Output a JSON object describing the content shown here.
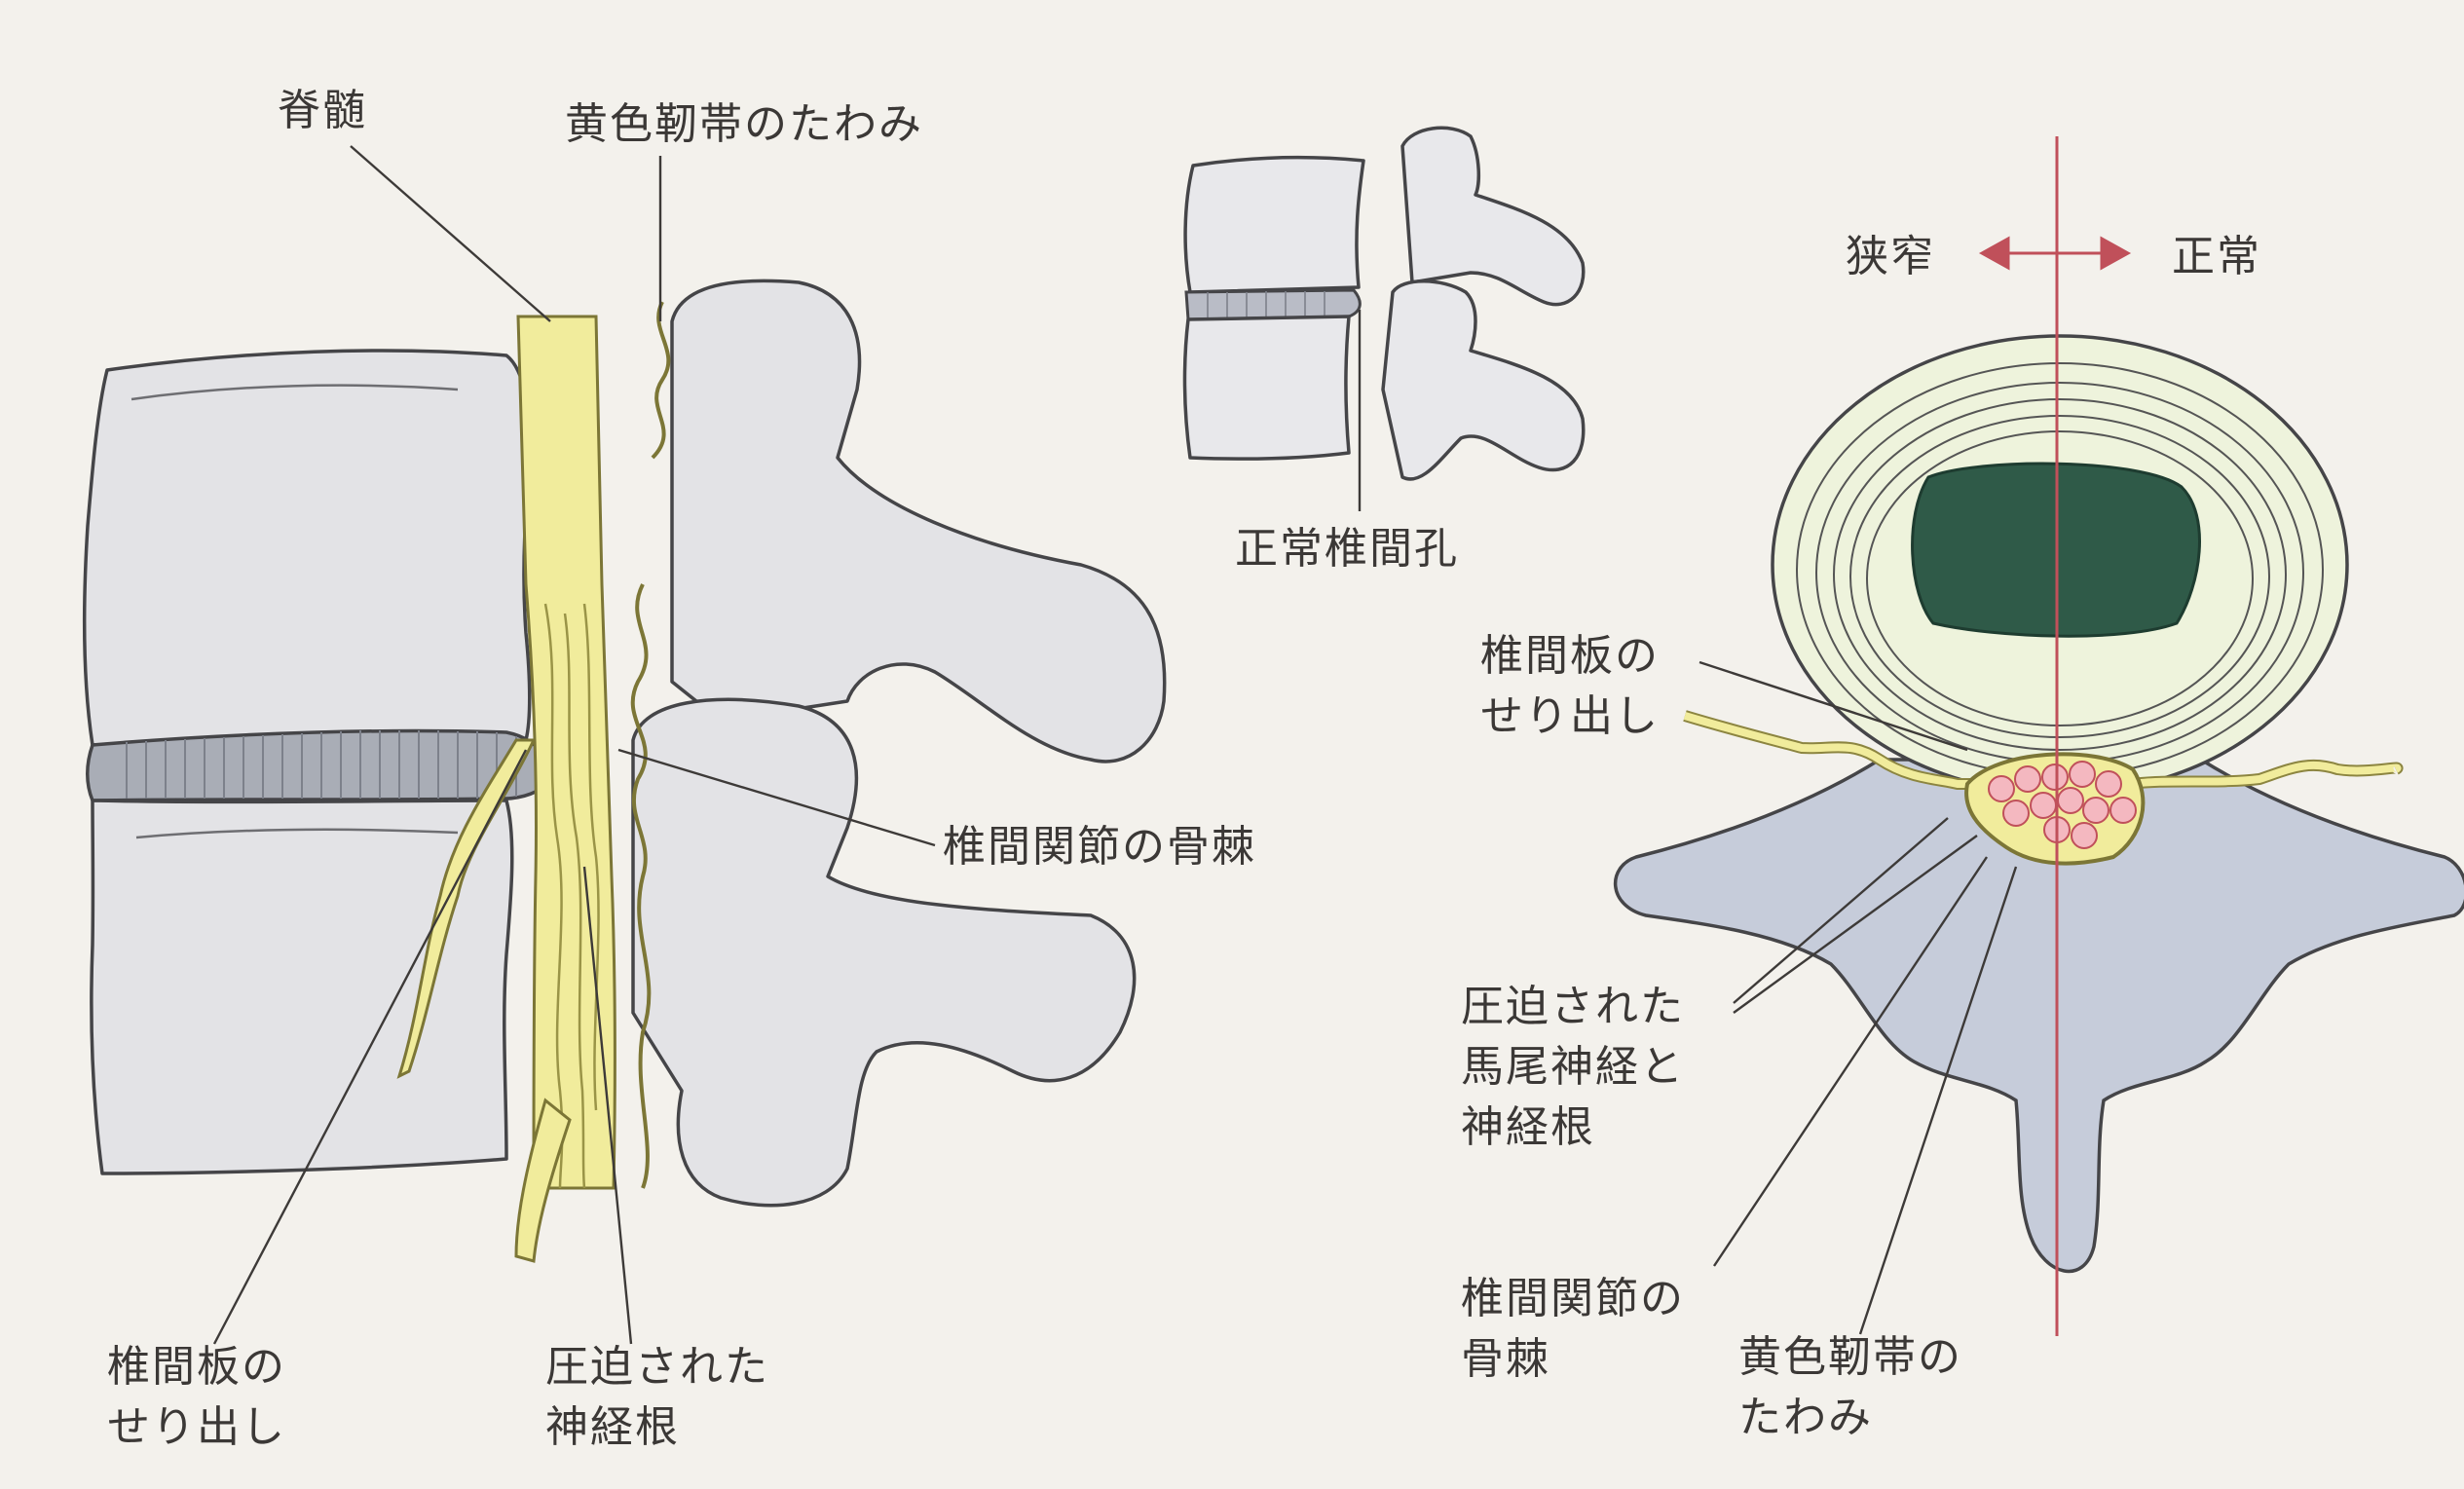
{
  "lateral_view": {
    "spinal_cord": "脊髄",
    "ligamentum_flavum_buckling": "黄色靭帯のたわみ",
    "facet_osteophyte": "椎間関節の骨棘",
    "disc_protrusion_line1": "椎間板の",
    "disc_protrusion_line2": "せり出し",
    "compressed_root_line1": "圧迫された",
    "compressed_root_line2": "神経根"
  },
  "inset_view": {
    "normal_foramen": "正常椎間孔"
  },
  "axial_view": {
    "stenosis": "狭窄",
    "normal": "正常",
    "disc_protrusion_line1": "椎間板の",
    "disc_protrusion_line2": "せり出し",
    "compressed_line1": "圧迫された",
    "compressed_line2": "馬尾神経と",
    "compressed_line3": "神経根",
    "facet_osteophyte_line1": "椎間関節の",
    "facet_osteophyte_line2": "骨棘",
    "flavum_line1": "黄色靭帯の",
    "flavum_line2": "たわみ"
  },
  "colors": {
    "bone": "#e3e3e6",
    "nerve": "#f1ec9c",
    "disc_nucleus": "#2f5a48",
    "annulus": "#eef3dc",
    "cauda_equina": "#f4b8c0",
    "midline_red": "#c0505a"
  }
}
